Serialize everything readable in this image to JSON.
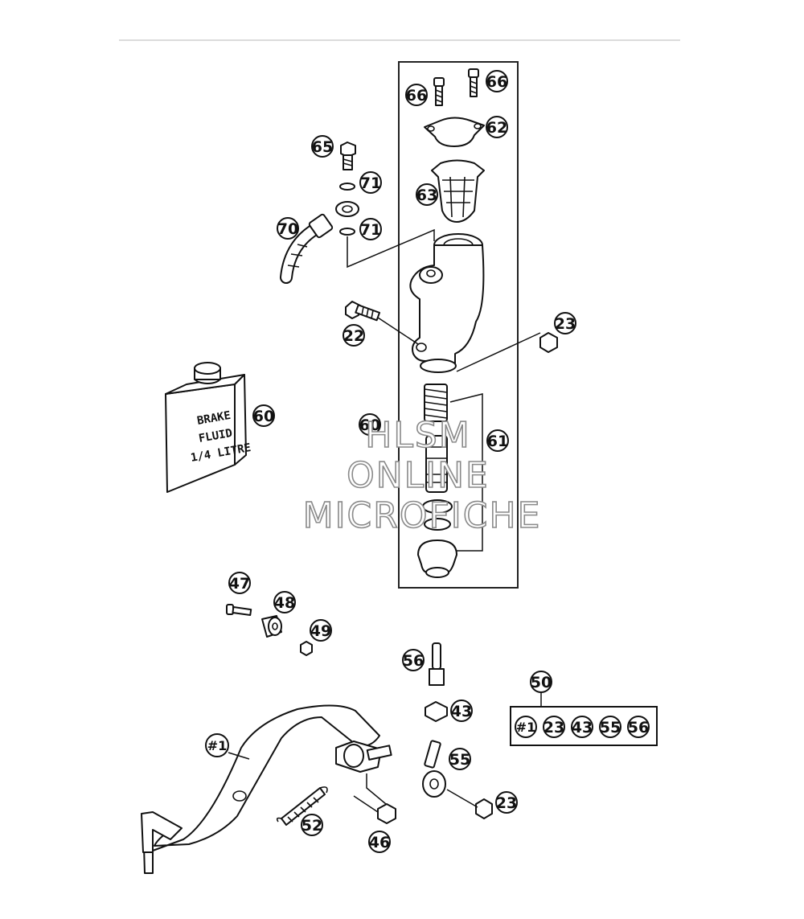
{
  "callouts": {
    "c66a": "66",
    "c66b": "66",
    "c62": "62",
    "c65": "65",
    "c71a": "71",
    "c63": "63",
    "c70": "70",
    "c71b": "71",
    "c22": "22",
    "c23a": "23",
    "c60a": "60",
    "c60b": "60",
    "c61": "61",
    "c47": "47",
    "c48": "48",
    "c49": "49",
    "c56": "56",
    "c50": "50",
    "c43": "43",
    "c1": "#1",
    "c55": "55",
    "c23b": "23",
    "c52": "52",
    "c46": "46"
  },
  "kit_box": {
    "items": [
      "#1",
      "23",
      "43",
      "55",
      "56"
    ]
  },
  "brake_fluid_label": [
    "BRAKE",
    "FLUID",
    "1/4 LITRE"
  ],
  "watermark": [
    "HLSM",
    "ONLINE",
    "MICROFICHE"
  ]
}
